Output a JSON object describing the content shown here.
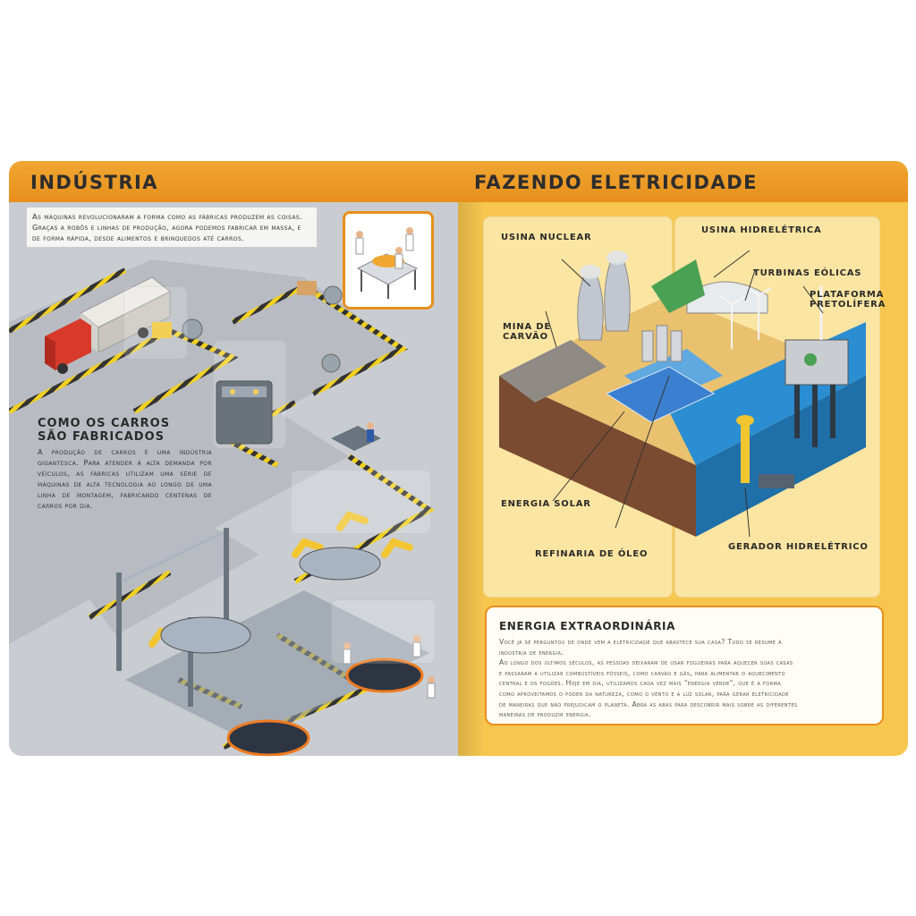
{
  "left_page": {
    "title": "INDÚSTRIA",
    "intro": "As máquinas revolucionaram a forma como as fábricas produzem as coisas. Graças a robôs e linhas de produção, agora podemos fabricar em massa, e de forma rápida, desde alimentos e brinquedos até carros.",
    "section_title_1": "COMO OS CARROS",
    "section_title_2": "SÃO FABRICADOS",
    "section_text": "A produção de carros é uma indústria gigantesca. Para atender à alta demanda por veículos, as fábricas utilizam uma série de máquinas de alta tecnologia ao longo de uma linha de montagem, fabricando centenas de carros por dia."
  },
  "right_page": {
    "title": "FAZENDO ELETRICIDADE",
    "labels": {
      "nuclear": "USINA NUCLEAR",
      "hydro": "USINA HIDRELÉTRICA",
      "wind": "TURBINAS EÓLICAS",
      "oil_platform_1": "PLATAFORMA",
      "oil_platform_2": "PRETOLÍFERA",
      "coal_1": "MINA DE",
      "coal_2": "CARVÃO",
      "solar": "ENERGIA SOLAR",
      "refinery": "REFINARIA DE ÓLEO",
      "hydro_gen": "GERADOR HIDRELÉTRICO"
    },
    "panel": {
      "title": "ENERGIA EXTRAORDINÁRIA",
      "lines": [
        "Você já se perguntou de onde vem a eletricidade que abastece sua casa? Tudo se resume à",
        "indústria de energia.",
        "Ao longo dos últimos séculos, as pessoas deixaram de usar fogueiras para aquecer suas casas",
        "e passaram a utilizar combustíveis fósseis, como carvão e gás, para alimentar o aquecimento",
        "central e os fogões. Hoje em dia, utilizamos cada vez mais \"energia verde\", que é a forma",
        "como aproveitamos o poder da natureza, como o vento e a luz solar, para gerar eletricidade",
        "de maneiras que não prejudicam o planeta. Abra as abas para descobrir mais sobre as diferentes",
        "maneiras de produzir energia."
      ]
    }
  },
  "colors": {
    "header": "#e88f1c",
    "left_bg": "#c9cdd2",
    "right_bg": "#f6c64f",
    "hazard_yellow": "#f2d021"
  }
}
